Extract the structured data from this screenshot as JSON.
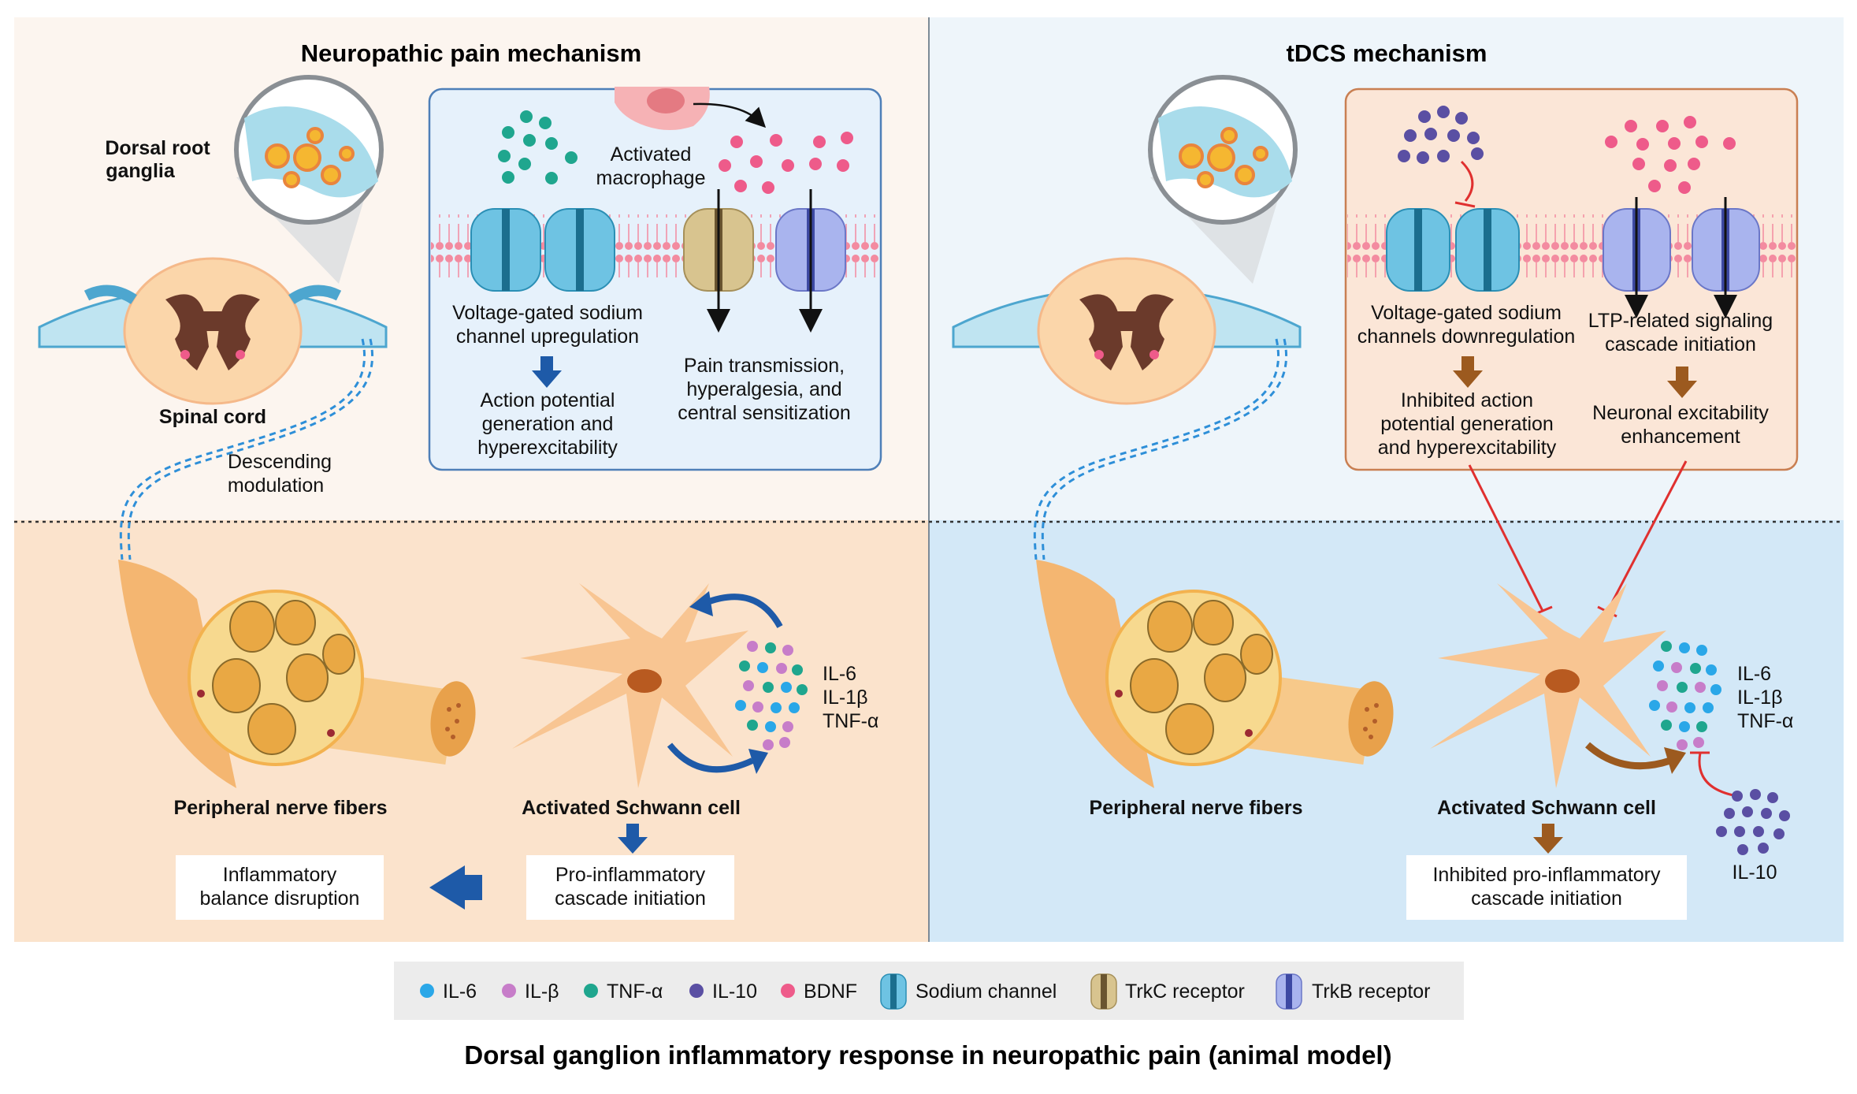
{
  "left": {
    "title": "Neuropathic pain mechanism",
    "drg_label_1": "Dorsal root",
    "drg_label_2": "ganglia",
    "spinal_cord": "Spinal cord",
    "descending_1": "Descending",
    "descending_2": "modulation",
    "macrophage_1": "Activated",
    "macrophage_2": "macrophage",
    "vgsc_1": "Voltage-gated sodium",
    "vgsc_2": "channel upregulation",
    "ap_1": "Action potential",
    "ap_2": "generation and",
    "ap_3": "hyperexcitability",
    "pain_1": "Pain transmission,",
    "pain_2": "hyperalgesia, and",
    "pain_3": "central sensitization",
    "nerve": "Peripheral nerve fibers",
    "schwann": "Activated Schwann cell",
    "cyto_1": "IL-6",
    "cyto_2": "IL-1β",
    "cyto_3": "TNF-α",
    "cascade_1": "Pro-inflammatory",
    "cascade_2": "cascade initiation",
    "balance_1": "Inflammatory",
    "balance_2": "balance disruption"
  },
  "right": {
    "title": "tDCS mechanism",
    "vgsc_1": "Voltage-gated sodium",
    "vgsc_2": "channels downregulation",
    "ltp_1": "LTP-related signaling",
    "ltp_2": "cascade initiation",
    "inh_1": "Inhibited action",
    "inh_2": "potential generation",
    "inh_3": "and hyperexcitability",
    "neu_1": "Neuronal excitability",
    "neu_2": "enhancement",
    "nerve": "Peripheral nerve fibers",
    "schwann": "Activated Schwann cell",
    "cyto_1": "IL-6",
    "cyto_2": "IL-1β",
    "cyto_3": "TNF-α",
    "il10": "IL-10",
    "cascade_1": "Inhibited pro-inflammatory",
    "cascade_2": "cascade initiation"
  },
  "legend": {
    "il6": "IL-6",
    "ilb": "IL-β",
    "tnf": "TNF-α",
    "il10": "IL-10",
    "bdnf": "BDNF",
    "sodium": "Sodium channel",
    "trkc": "TrkC receptor",
    "trkb": "TrkB receptor"
  },
  "caption": "Dorsal ganglion inflammatory response in neuropathic pain (animal model)",
  "colors": {
    "il6": "#2aa7e8",
    "ilb": "#c77dc9",
    "tnf": "#1fa68e",
    "il10": "#5a4fa3",
    "bdnf": "#ee5b8a",
    "sodium": "#6ec3e3",
    "trkc": "#d8c48f",
    "trkb": "#8c9be6"
  }
}
